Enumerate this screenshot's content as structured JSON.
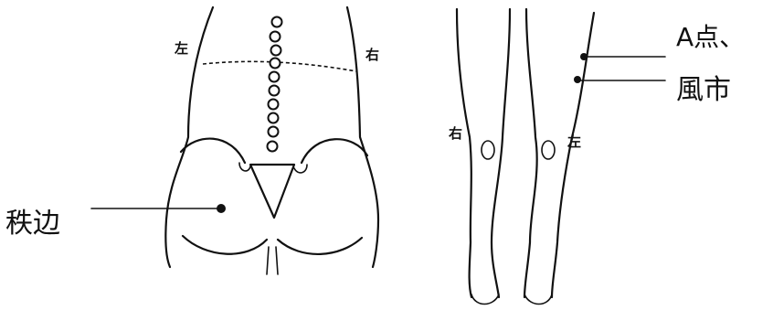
{
  "back_view": {
    "label_left": "左",
    "label_right": "右",
    "point_label": "秩边"
  },
  "leg_view": {
    "label_right": "右",
    "label_left": "左",
    "point_a_label": "A点、",
    "point_fengshi_label": "風市"
  }
}
